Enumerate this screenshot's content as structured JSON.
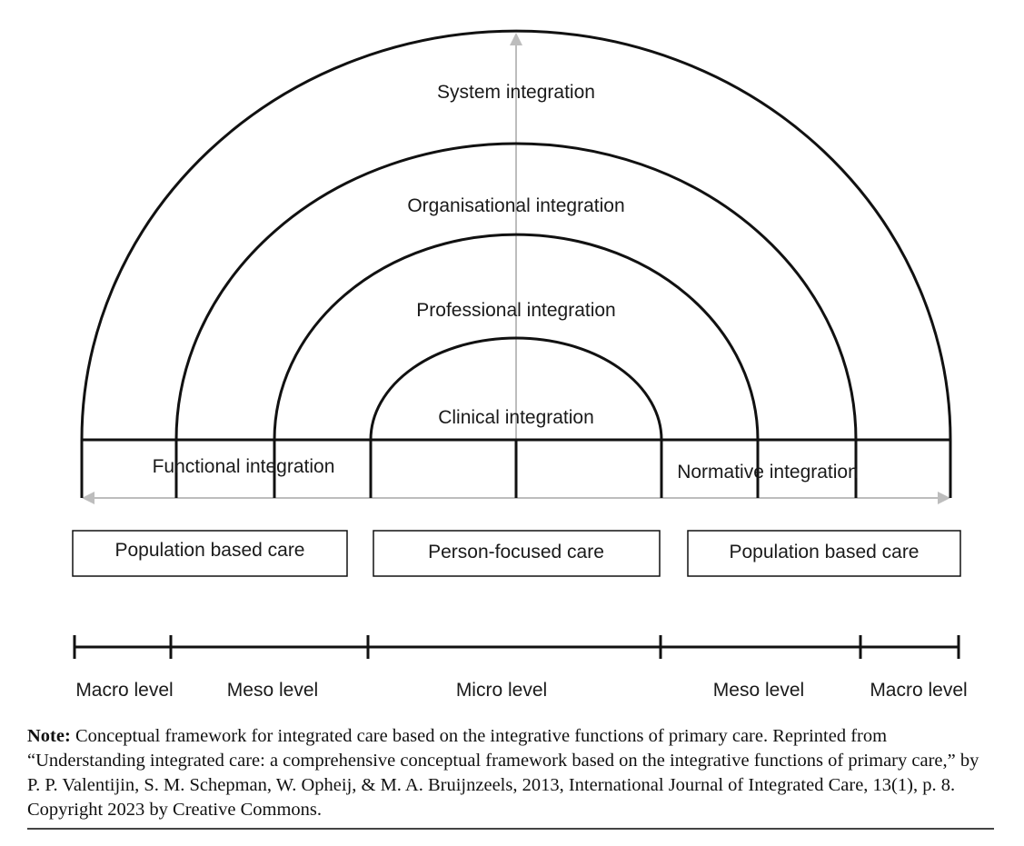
{
  "rings": [
    {
      "label": "System integration"
    },
    {
      "label": "Organisational integration"
    },
    {
      "label": "Professional integration"
    },
    {
      "label": "Clinical integration"
    }
  ],
  "side_labels": {
    "left": "Functional integration",
    "right": "Normative integration"
  },
  "boxes": [
    {
      "label": "Population based care"
    },
    {
      "label": "Person-focused care"
    },
    {
      "label": "Population based care"
    }
  ],
  "levels": [
    {
      "label": "Macro level"
    },
    {
      "label": "Meso level"
    },
    {
      "label": "Micro level"
    },
    {
      "label": "Meso level"
    },
    {
      "label": "Macro level"
    }
  ],
  "note": {
    "label": "Note:",
    "text": "Conceptual framework for integrated care based on the integrative functions of primary care. Reprinted from “Understanding integrated care: a comprehensive conceptual framework based on the integrative functions of primary care,” by P. P. Valentijin, S. M. Schepman, W. Opheij, & M. A. Bruijnzeels, 2013, International Journal of Integrated Care, 13(1), p. 8. Copyright 2023 by Creative Commons."
  },
  "colors": {
    "line": "#111111",
    "arrow": "#bdbdbd"
  }
}
